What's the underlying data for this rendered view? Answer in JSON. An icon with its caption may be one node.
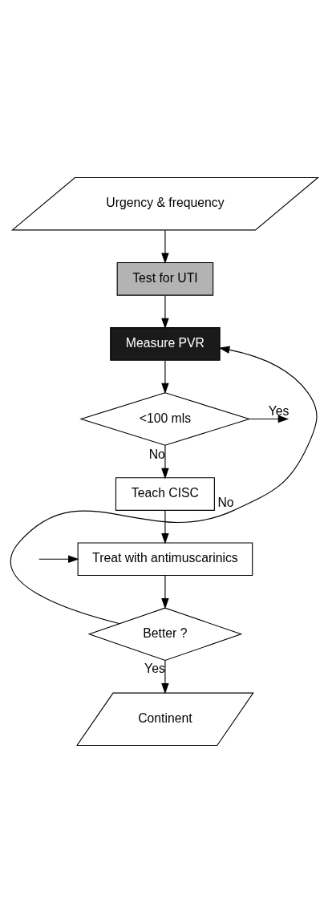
{
  "diagram": {
    "nodes": [
      {
        "text": [
          "Urgency & frequency"
        ]
      },
      {
        "text": [
          "Test for UTI"
        ]
      },
      {
        "text": [
          "Measure PVR"
        ]
      },
      {
        "text": [
          "<100 mls"
        ]
      },
      {
        "text": [
          "Teach CISC"
        ]
      },
      {
        "text": [
          "Treat with antimuscarinics"
        ]
      },
      {
        "text": [
          "Better ?"
        ]
      },
      {
        "text": [
          "Continent"
        ]
      }
    ],
    "edges": [
      {
        "from": 0,
        "to": 1,
        "arrow": "to"
      },
      {
        "from": 1,
        "to": 2,
        "arrow": "to"
      },
      {
        "from": 2,
        "to": 3,
        "arrow": "to"
      },
      {
        "from": 3,
        "to": null,
        "arrow": "to",
        "label": "Yes"
      },
      {
        "from": 3,
        "to": 4,
        "arrow": "to",
        "label": "No"
      },
      {
        "from": 4,
        "to": 5,
        "arrow": "to"
      },
      {
        "from": null,
        "to": 5,
        "arrow": "to"
      },
      {
        "from": 5,
        "to": 6,
        "arrow": "to"
      },
      {
        "from": 6,
        "to": 2,
        "arrow": "to",
        "label": "No"
      },
      {
        "from": 6,
        "to": 7,
        "arrow": "to",
        "label": "Yes"
      }
    ]
  }
}
